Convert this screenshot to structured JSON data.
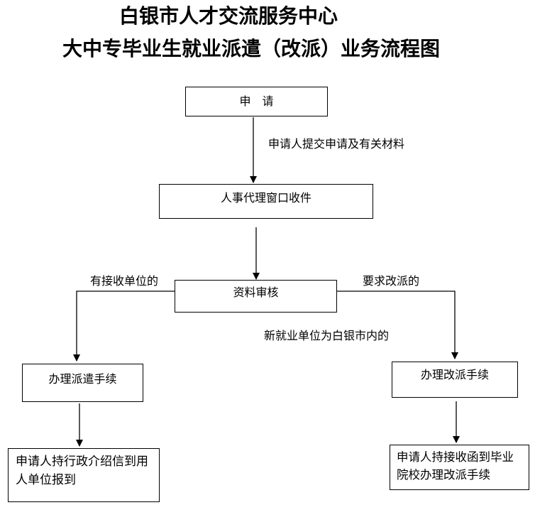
{
  "titles": {
    "line1": "白银市人才交流服务中心",
    "line2": "大中专毕业生就业派遣（改派）业务流程图"
  },
  "nodes": {
    "apply": "申　请",
    "receive": "人事代理窗口收件",
    "review": "资料审核",
    "dispatch": "办理派遣手续",
    "redispatch": "办理改派手续",
    "report": "申请人持行政介绍信到用人单位报到",
    "school": "申请人持接收函到毕业院校办理改派手续"
  },
  "edge_labels": {
    "submit": "申请人提交申请及有关材料",
    "has_unit": "有接收单位的",
    "require_change": "要求改派的",
    "new_unit_local": "新就业单位为白银市内的"
  }
}
